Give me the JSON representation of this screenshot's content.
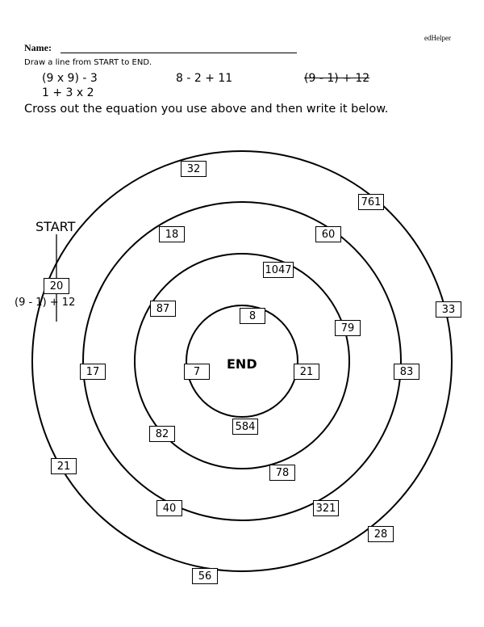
{
  "brand": "edHelper",
  "name_label": "Name:",
  "instruction": "Draw a line from START to END.",
  "equations": [
    {
      "text": "(9 x 9) - 3",
      "crossed": false
    },
    {
      "text": "8 - 2 + 11",
      "crossed": false
    },
    {
      "text": "(9 - 1) + 12",
      "crossed": true
    },
    {
      "text": "1 + 3 x 2",
      "crossed": false
    }
  ],
  "cross_instruction": "Cross out the equation you use above and then write it below.",
  "maze": {
    "start_label": "START",
    "end_label": "END",
    "written_equation": "(9 - 1) + 12",
    "numbers": {
      "n20": "20",
      "n32": "32",
      "n761": "761",
      "n33": "33",
      "n21a": "21",
      "n56": "56",
      "n28": "28",
      "n18": "18",
      "n60": "60",
      "n17": "17",
      "n83": "83",
      "n40": "40",
      "n321": "321",
      "n1047": "1047",
      "n87": "87",
      "n79": "79",
      "n82": "82",
      "n78": "78",
      "n8": "8",
      "n7": "7",
      "n21b": "21",
      "n584": "584"
    }
  }
}
